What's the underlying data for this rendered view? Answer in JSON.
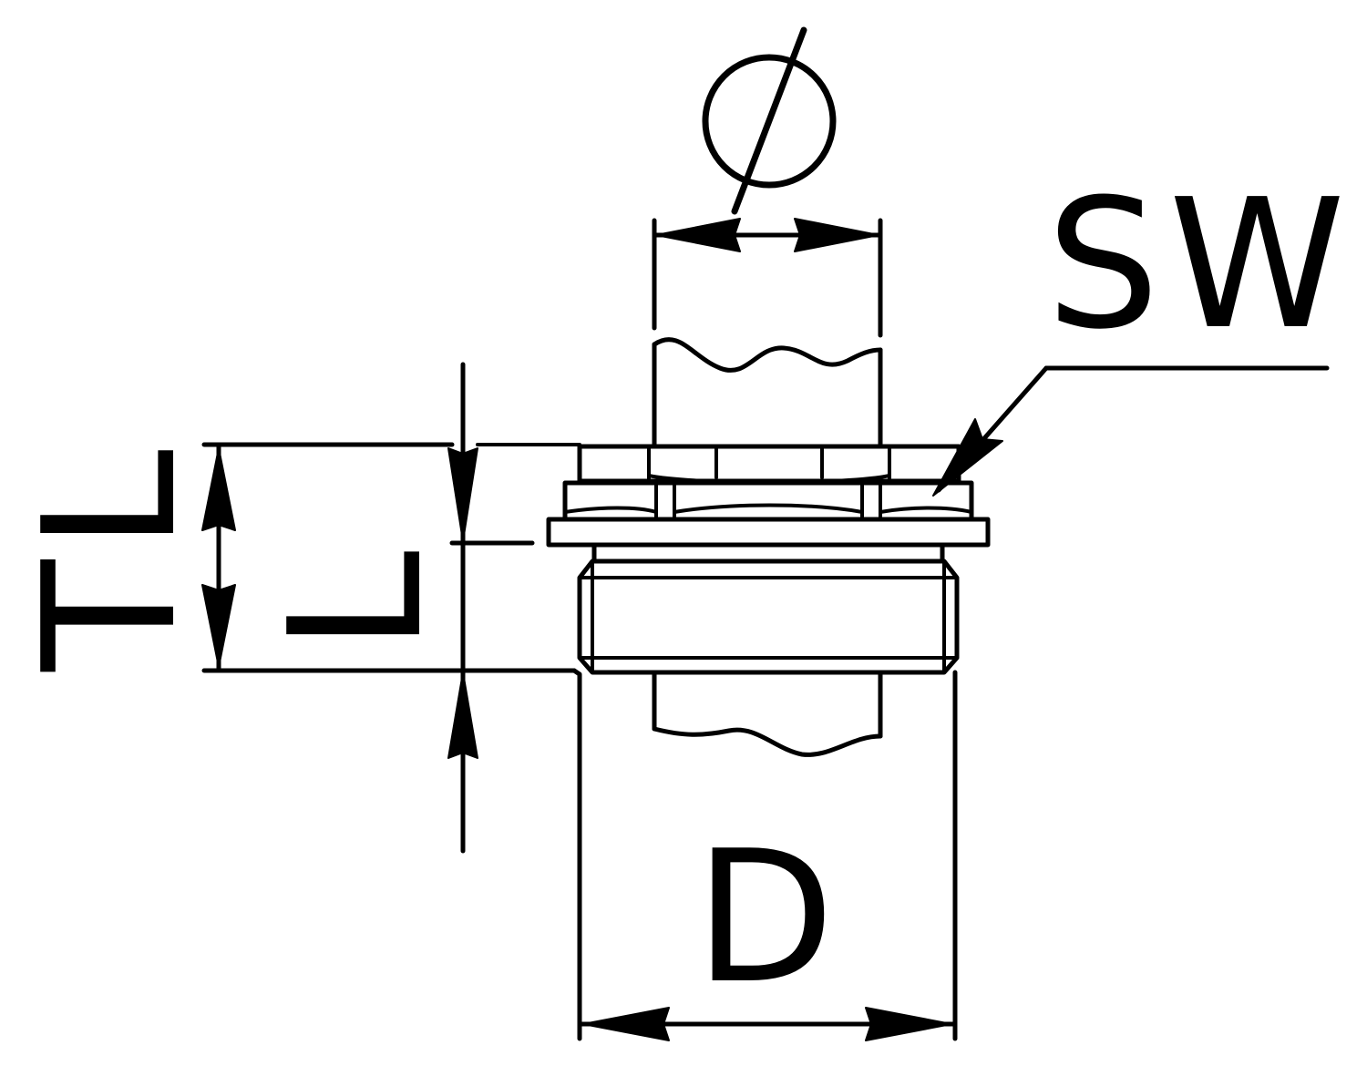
{
  "labels": {
    "diameter_symbol": "⌀",
    "wrench_size": "SW",
    "total_length": "TL",
    "thread_length": "L",
    "thread_diameter": "D"
  },
  "colors": {
    "line": "#000000",
    "background": "#ffffff"
  }
}
